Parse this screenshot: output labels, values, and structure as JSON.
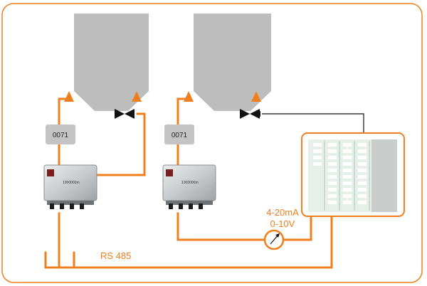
{
  "colors": {
    "accent": "#F07F1E",
    "silo_gray": "#BDBDBD",
    "box_gray": "#C4C4C4",
    "line_dark": "#111111",
    "frame": "#F07F1E",
    "panel_green": "#E6F0E8"
  },
  "diagram": {
    "display_left": "0071",
    "display_right": "0071",
    "signal_label_1": "4-20mA",
    "signal_label_2": "0-10V",
    "bus_label": "RS 485",
    "weighing_box_brand": "1000000m"
  },
  "icons": {
    "load_cell": "orange-triangle-icon",
    "valve": "bow-tie-valve-icon",
    "meter": "gauge-meter-icon",
    "controller": "plc-rack-icon"
  }
}
